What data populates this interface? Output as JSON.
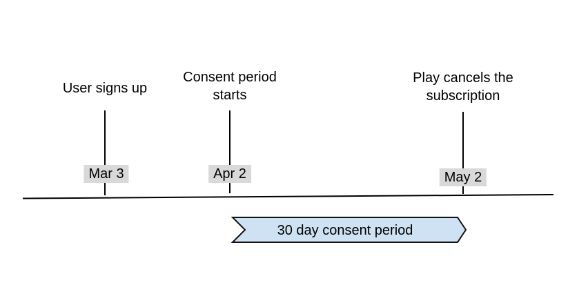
{
  "diagram": {
    "type": "timeline",
    "events": [
      {
        "title": "User signs up",
        "date": "Mar 3"
      },
      {
        "title": "Consent period starts",
        "date": "Apr 2"
      },
      {
        "title": "Play cancels the subscription",
        "date": "May 2"
      }
    ],
    "ribbon": {
      "label": "30 day consent period"
    }
  },
  "colors": {
    "ribbon_fill": "#cfe2f3",
    "ribbon_border": "#111111",
    "date_label_bg": "#d9d9d9",
    "line_color": "#000000",
    "text_color": "#000000"
  }
}
